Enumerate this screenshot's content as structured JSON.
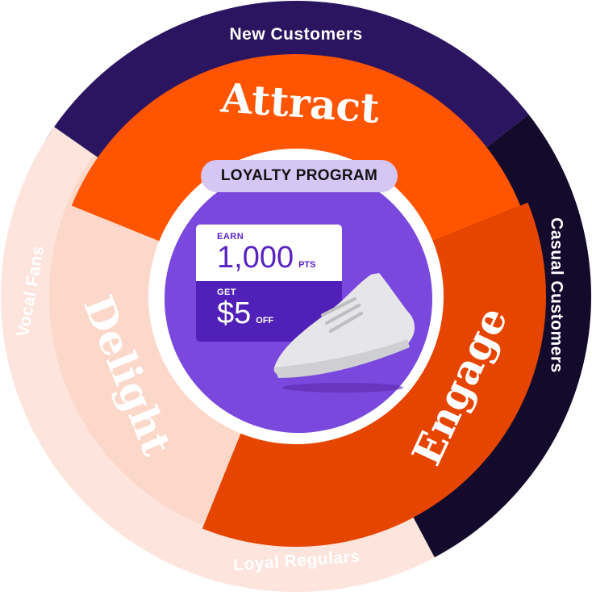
{
  "outer_ring": {
    "new_customers": "New Customers",
    "casual_customers": "Casual Customers",
    "loyal_regulars": "Loyal Regulars",
    "vocal_fans": "Vocal Fans"
  },
  "stages": {
    "attract": "Attract",
    "engage": "Engage",
    "delight": "Delight"
  },
  "center": {
    "badge": "LOYALTY PROGRAM",
    "earn_label": "EARN",
    "earn_value": "1,000",
    "earn_unit": "PTS",
    "get_label": "GET",
    "get_value": "$5",
    "get_unit": "OFF",
    "product_icon": "sneaker-image"
  },
  "colors": {
    "new_customers": "#2b1560",
    "casual_customers": "#130a2c",
    "loyal": "#fde4dc",
    "attract": "#ff5400",
    "engage": "#e64500",
    "delight": "#fcd8ca",
    "center": "#7b48de"
  }
}
